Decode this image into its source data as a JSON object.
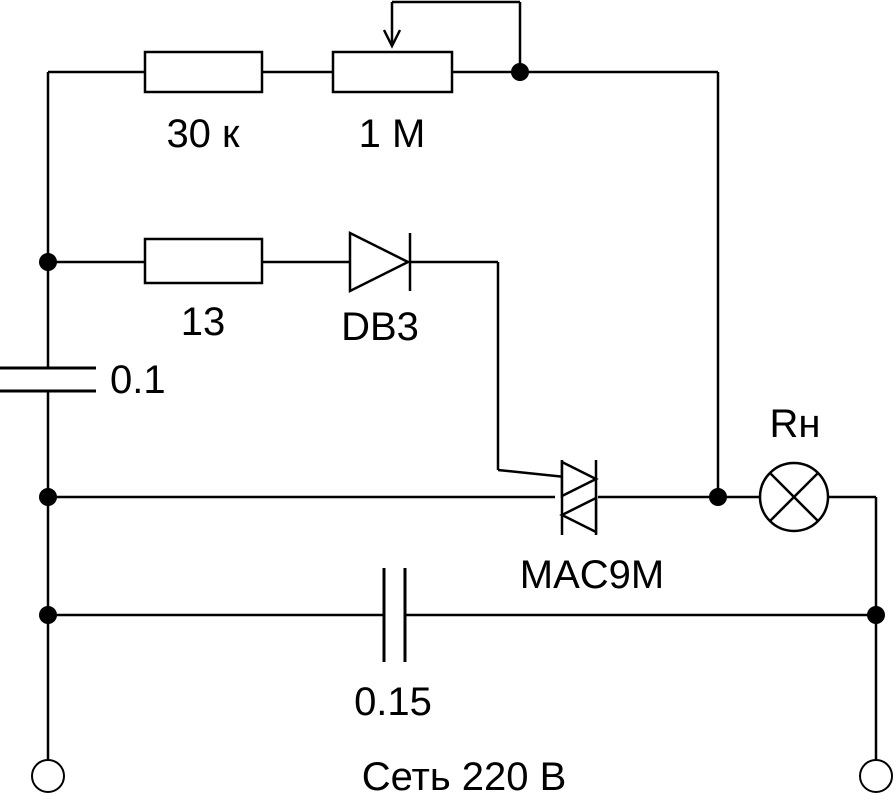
{
  "components": {
    "r1": {
      "value": "30 к"
    },
    "pot": {
      "value": "1 М"
    },
    "r2": {
      "value": "13"
    },
    "diac": {
      "value": "DB3"
    },
    "c1": {
      "value": "0.1"
    },
    "triac": {
      "value": "MAC9M"
    },
    "c2": {
      "value": "0.15"
    },
    "lamp": {
      "value": "Rн"
    }
  },
  "mains": {
    "label": "Сеть 220 В"
  }
}
